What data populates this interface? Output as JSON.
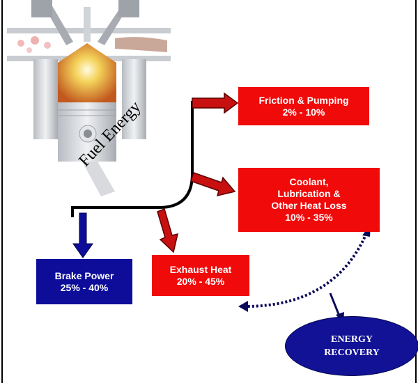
{
  "diagram": {
    "center_label": "Fuel Energy",
    "outputs": [
      {
        "label": "Friction & Pumping",
        "range": "2% - 10%",
        "color": "#f00a0a"
      },
      {
        "label": "Coolant, Lubrication & Other Heat Loss",
        "lines": [
          "Coolant,",
          "Lubrication &",
          "Other Heat Loss"
        ],
        "range": "10% - 35%",
        "color": "#f00a0a"
      },
      {
        "label": "Exhaust Heat",
        "range": "20% - 45%",
        "color": "#f00a0a"
      },
      {
        "label": "Brake Power",
        "range": "25% - 40%",
        "color": "#0d0d9a"
      }
    ],
    "recovery": {
      "lines": [
        "ENERGY",
        "RECOVERY"
      ],
      "color": "#121296"
    }
  }
}
